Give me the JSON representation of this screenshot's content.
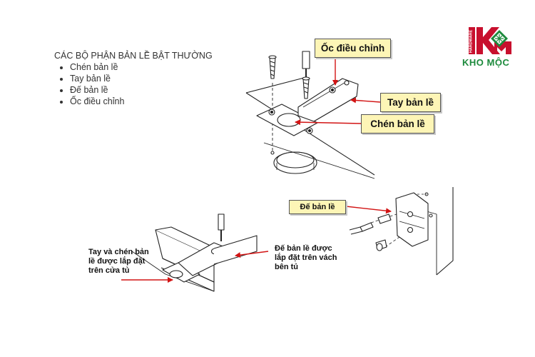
{
  "intro": {
    "title": "CÁC BỘ PHẬN BẢN LỀ BẬT THƯỜNG",
    "items": [
      "Chén bản lề",
      "Tay bản lề",
      "Đế bản lề",
      "Ốc điều chỉnh"
    ]
  },
  "callouts": {
    "oc_dieu_chinh": "Ốc điều chỉnh",
    "tay_ban_le": "Tay bản lề",
    "chen_ban_le": "Chén bản lề",
    "de_ban_le": "Đế bản lề"
  },
  "notes": {
    "left": "Tay và chén bản\nlề được lắp đặt\ntrên cửa tủ",
    "right": "Đế bản lề được\nlắp đặt trên vách\nbên tủ"
  },
  "logo": {
    "brand": "KHO MỘC",
    "vertical_text": "HARDWARE"
  },
  "colors": {
    "callout_fill": "#fdf5b6",
    "arrow": "#d21414",
    "brand_red": "#c8102e",
    "brand_green": "#1c8a3c"
  }
}
